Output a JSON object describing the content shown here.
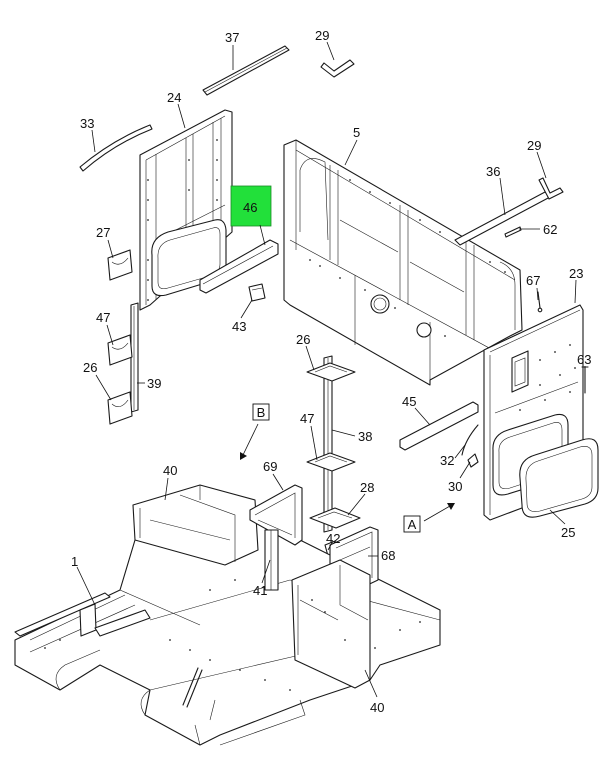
{
  "callouts": [
    {
      "id": "c37",
      "label": "37"
    },
    {
      "id": "c29a",
      "label": "29"
    },
    {
      "id": "c33",
      "label": "33"
    },
    {
      "id": "c24",
      "label": "24"
    },
    {
      "id": "c5",
      "label": "5"
    },
    {
      "id": "c29b",
      "label": "29"
    },
    {
      "id": "c36",
      "label": "36"
    },
    {
      "id": "c46",
      "label": "46",
      "highlighted": true
    },
    {
      "id": "c27",
      "label": "27"
    },
    {
      "id": "c62",
      "label": "62"
    },
    {
      "id": "c67",
      "label": "67"
    },
    {
      "id": "c23",
      "label": "23"
    },
    {
      "id": "c43",
      "label": "43"
    },
    {
      "id": "c47a",
      "label": "47"
    },
    {
      "id": "c26a",
      "label": "26"
    },
    {
      "id": "c26b",
      "label": "26"
    },
    {
      "id": "c39",
      "label": "39"
    },
    {
      "id": "c63",
      "label": "63"
    },
    {
      "id": "c45",
      "label": "45"
    },
    {
      "id": "c47b",
      "label": "47"
    },
    {
      "id": "c38",
      "label": "38"
    },
    {
      "id": "c32",
      "label": "32"
    },
    {
      "id": "c40a",
      "label": "40"
    },
    {
      "id": "c69",
      "label": "69"
    },
    {
      "id": "c30",
      "label": "30"
    },
    {
      "id": "c28",
      "label": "28"
    },
    {
      "id": "c42",
      "label": "42"
    },
    {
      "id": "c68",
      "label": "68"
    },
    {
      "id": "c25",
      "label": "25"
    },
    {
      "id": "c1",
      "label": "1"
    },
    {
      "id": "c41",
      "label": "41"
    },
    {
      "id": "c40b",
      "label": "40"
    }
  ],
  "view_markers": [
    {
      "id": "vb",
      "label": "B"
    },
    {
      "id": "va",
      "label": "A"
    }
  ],
  "colors": {
    "line": "#1a1a1a",
    "highlight": "#22e03a",
    "background": "#ffffff"
  }
}
